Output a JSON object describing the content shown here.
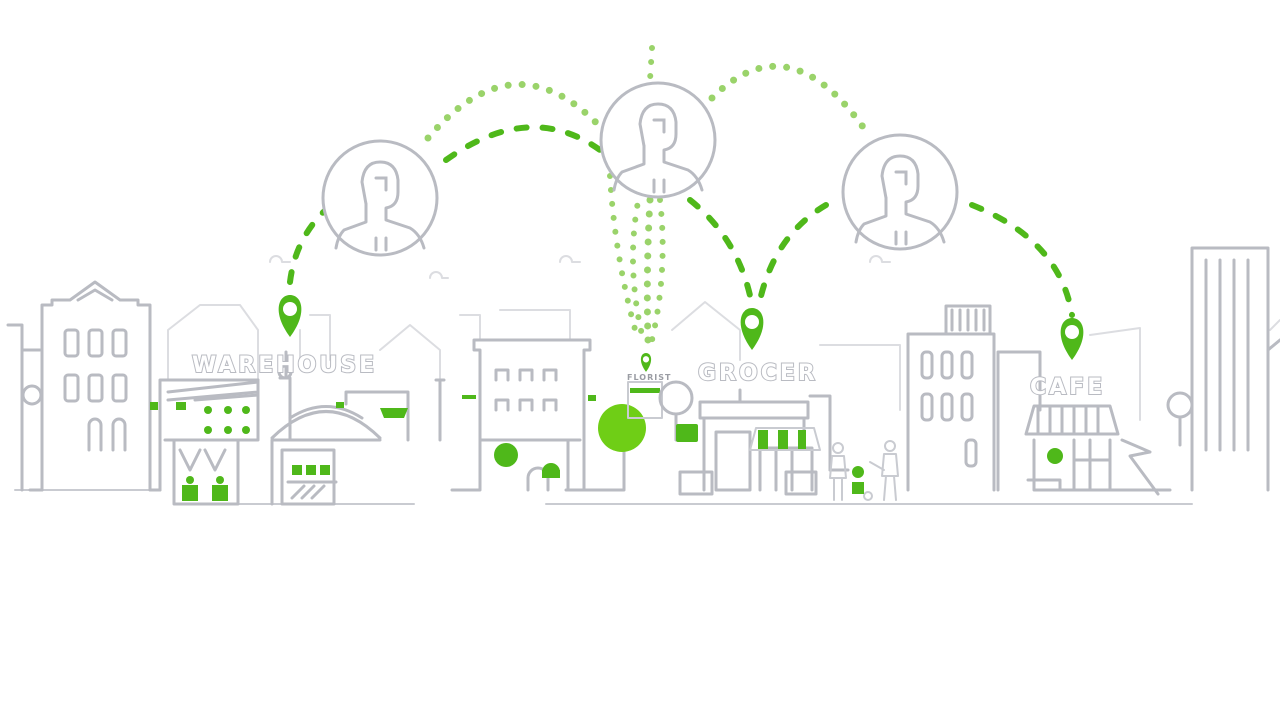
{
  "palette": {
    "outline": "#b9bbc2",
    "accent": "#4fb81a",
    "accent_light": "#9ad36a",
    "accent_bright": "#6fce16"
  },
  "signs": {
    "warehouse": "WAREHOUSE",
    "florist": "FLORIST",
    "grocer": "GROCER",
    "cafe": "CAFE"
  },
  "icons": {
    "person": "person-avatar-icon",
    "pin": "map-pin-icon"
  },
  "nodes": [
    {
      "id": "person-left",
      "kind": "person"
    },
    {
      "id": "person-center",
      "kind": "person"
    },
    {
      "id": "person-right",
      "kind": "person"
    },
    {
      "id": "pin-warehouse",
      "kind": "pin",
      "label": "WAREHOUSE"
    },
    {
      "id": "pin-florist",
      "kind": "pin",
      "label": "FLORIST"
    },
    {
      "id": "pin-grocer",
      "kind": "pin",
      "label": "GROCER"
    },
    {
      "id": "pin-cafe",
      "kind": "pin",
      "label": "CAFE"
    }
  ],
  "connections": [
    {
      "from": "person-left",
      "to": "pin-warehouse",
      "style": "dashed"
    },
    {
      "from": "person-left",
      "to": "person-center",
      "style": "dashed"
    },
    {
      "from": "person-left",
      "to": "person-center",
      "style": "dotted"
    },
    {
      "from": "person-center",
      "to": "pin-florist",
      "style": "dotted"
    },
    {
      "from": "person-center",
      "to": "pin-grocer",
      "style": "dashed"
    },
    {
      "from": "person-right",
      "to": "pin-grocer",
      "style": "dashed"
    },
    {
      "from": "person-center",
      "to": "person-right",
      "style": "dotted"
    },
    {
      "from": "person-right",
      "to": "pin-cafe",
      "style": "dashed"
    }
  ]
}
